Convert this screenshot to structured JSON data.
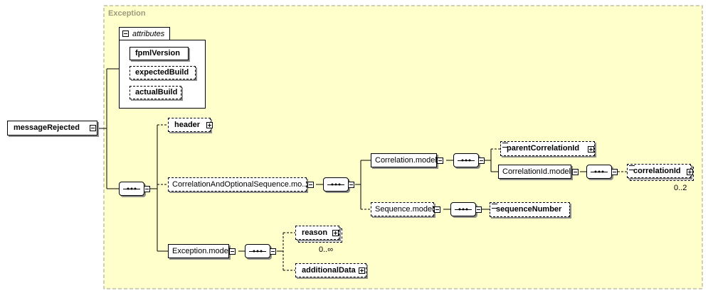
{
  "container": {
    "label": "Exception"
  },
  "root": {
    "label": "messageRejected"
  },
  "attributes": {
    "title": "attributes",
    "items": [
      {
        "label": "fpmlVersion",
        "required": true
      },
      {
        "label": "expectedBuild",
        "required": false
      },
      {
        "label": "actualBuild",
        "required": false
      }
    ]
  },
  "elements": {
    "header": "header",
    "correlation_seq_model": "CorrelationAndOptionalSequence.mo...",
    "correlation_model": "Correlation.model",
    "parent_correlation_id": "parentCorrelationId",
    "correlation_id_model": "CorrelationId.model",
    "correlation_id": "correlationId",
    "correlation_id_occurs": "0..2",
    "sequence_model": "Sequence.model",
    "sequence_number": "sequenceNumber",
    "exception_model": "Exception.model",
    "reason": "reason",
    "reason_occurs": "0..∞",
    "additional_data": "additionalData"
  },
  "colors": {
    "container_fill": "#ffffcc",
    "container_border": "#a0a080",
    "connector": "#000000",
    "shadow": "#8c8c8c"
  }
}
